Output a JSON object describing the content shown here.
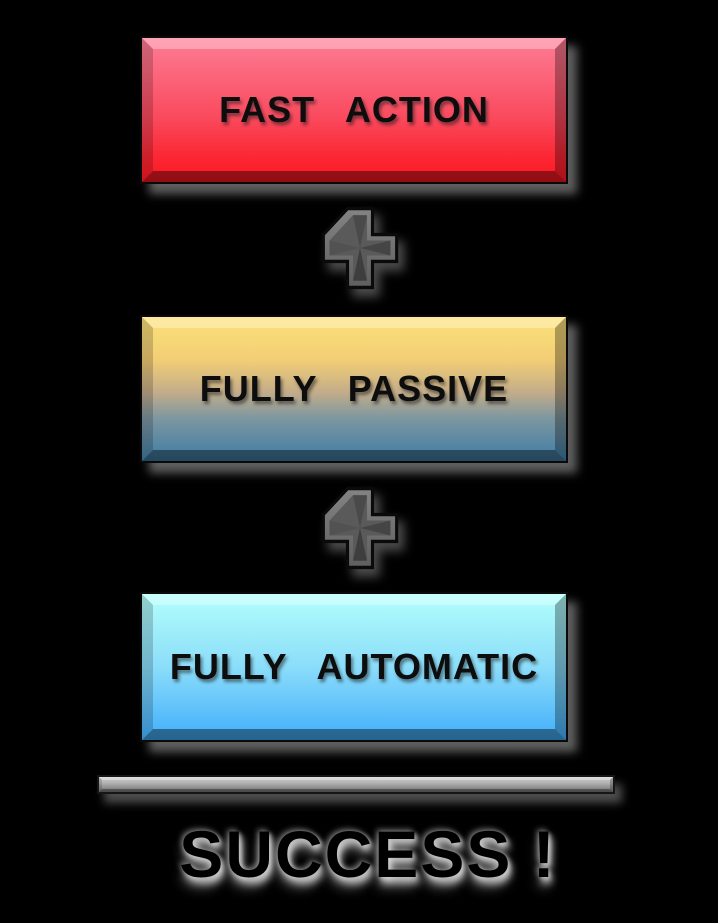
{
  "diagram": {
    "background_color": "#000000",
    "label_color": "#0d0d0d",
    "steps": [
      {
        "label": "FAST ACTION",
        "gradient_stops": [
          "#FD7D95 0%",
          "#FA4A5E 55%",
          "#FB2834 82%",
          "#FE1722 100%"
        ]
      },
      {
        "label": "FULLY PASSIVE",
        "gradient_stops": [
          "#FCE27A 0%",
          "#F2CE75 30%",
          "#C4AD89 52%",
          "#7E97A0 70%",
          "#3E7CA6 100%"
        ]
      },
      {
        "label": "FULLY AUTOMATIC",
        "gradient_stops": [
          "#B3FFFB 0%",
          "#8BDDFA 50%",
          "#41AEFB 100%"
        ]
      }
    ],
    "operators": [
      {
        "icon": "plus-icon",
        "symbol": "+"
      },
      {
        "icon": "plus-icon",
        "symbol": "+"
      }
    ],
    "divider": {
      "color": "#A9A9A9"
    },
    "result": {
      "label": "SUCCESS !",
      "color": "#000000",
      "glow_color": "#C8C8C8"
    }
  }
}
